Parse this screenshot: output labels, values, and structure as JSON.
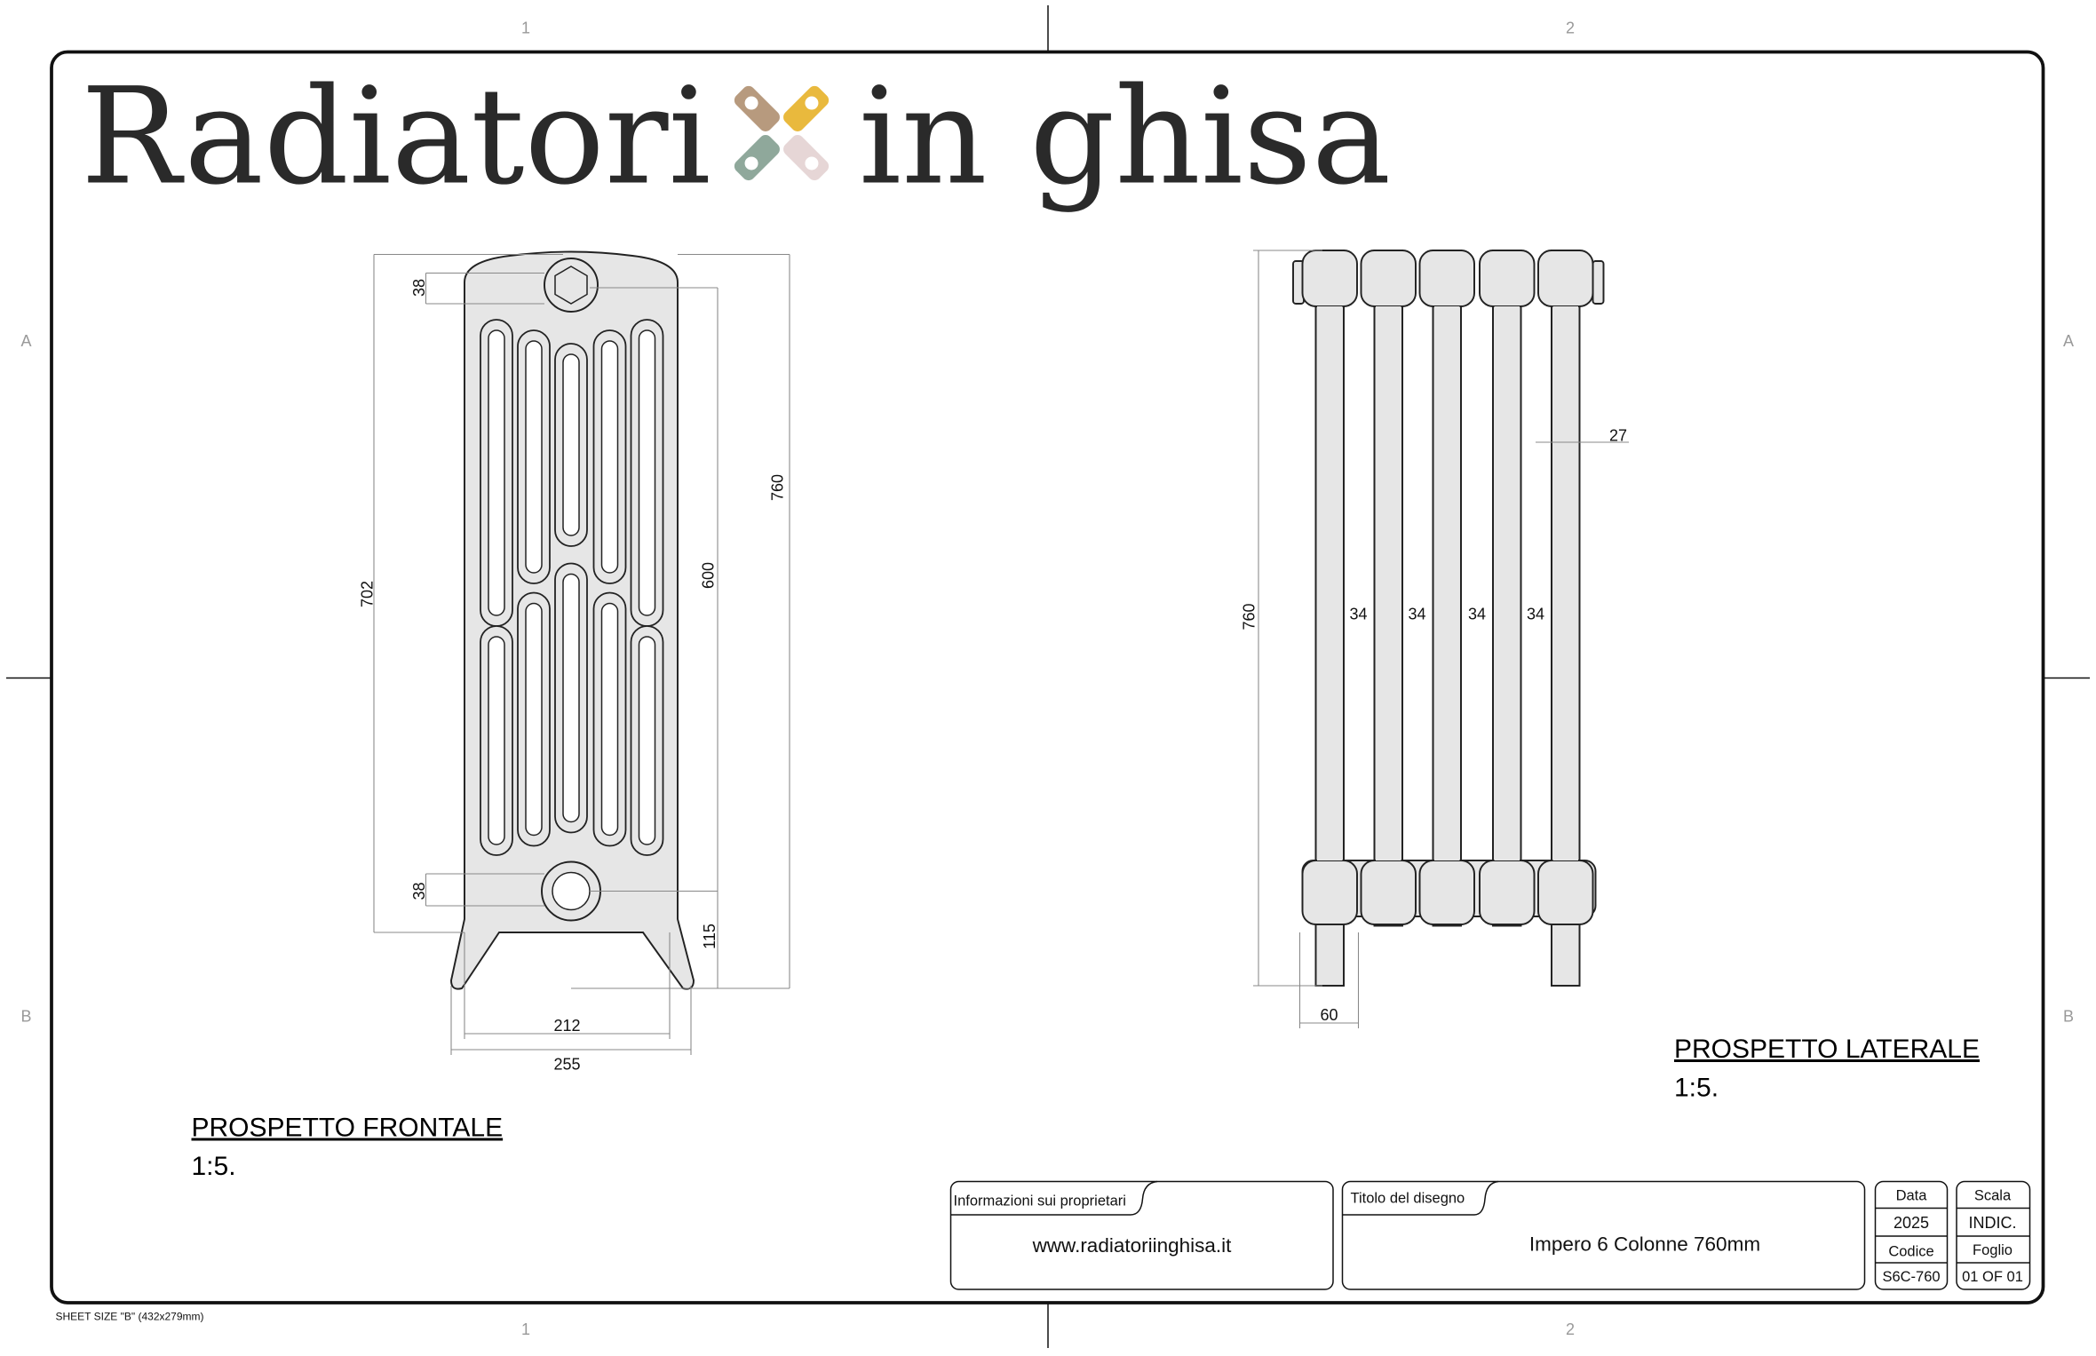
{
  "brand": {
    "title_left": "Radiatori",
    "title_right": "in ghisa",
    "logo_colors": [
      "#b79a7e",
      "#e9b93d",
      "#8fa89b",
      "#e6d6d6"
    ]
  },
  "zones": {
    "col1": "1",
    "col2": "2",
    "rowA": "A",
    "rowB": "B"
  },
  "front_view": {
    "title": "PROSPETTO FRONTALE",
    "scale": "1:5.",
    "dims": {
      "top_offset": "38",
      "bottom_offset": "38",
      "height_total": "702",
      "center": "600",
      "overall": "760",
      "foot": "115",
      "inner_width": "212",
      "outer_width": "255"
    }
  },
  "side_view": {
    "title": "PROSPETTO LATERALE",
    "scale": "1:5.",
    "dims": {
      "height": "760",
      "column": "27",
      "gap1": "34",
      "gap2": "34",
      "gap3": "34",
      "gap4": "34",
      "depth": "60"
    }
  },
  "title_block": {
    "owner_label": "Informazioni sui proprietari",
    "owner_value": "www.radiatoriinghisa.it",
    "title_label": "Titolo del disegno",
    "title_value": "Impero 6 Colonne 760mm",
    "date_label": "Data",
    "date_value": "2025",
    "code_label": "Codice",
    "code_value": "S6C-760",
    "scale_label": "Scala",
    "scale_value": "INDIC.",
    "sheet_label": "Foglio",
    "sheet_value": "01 OF 01"
  },
  "sheet_size": "SHEET SIZE \"B\" (432x279mm)"
}
